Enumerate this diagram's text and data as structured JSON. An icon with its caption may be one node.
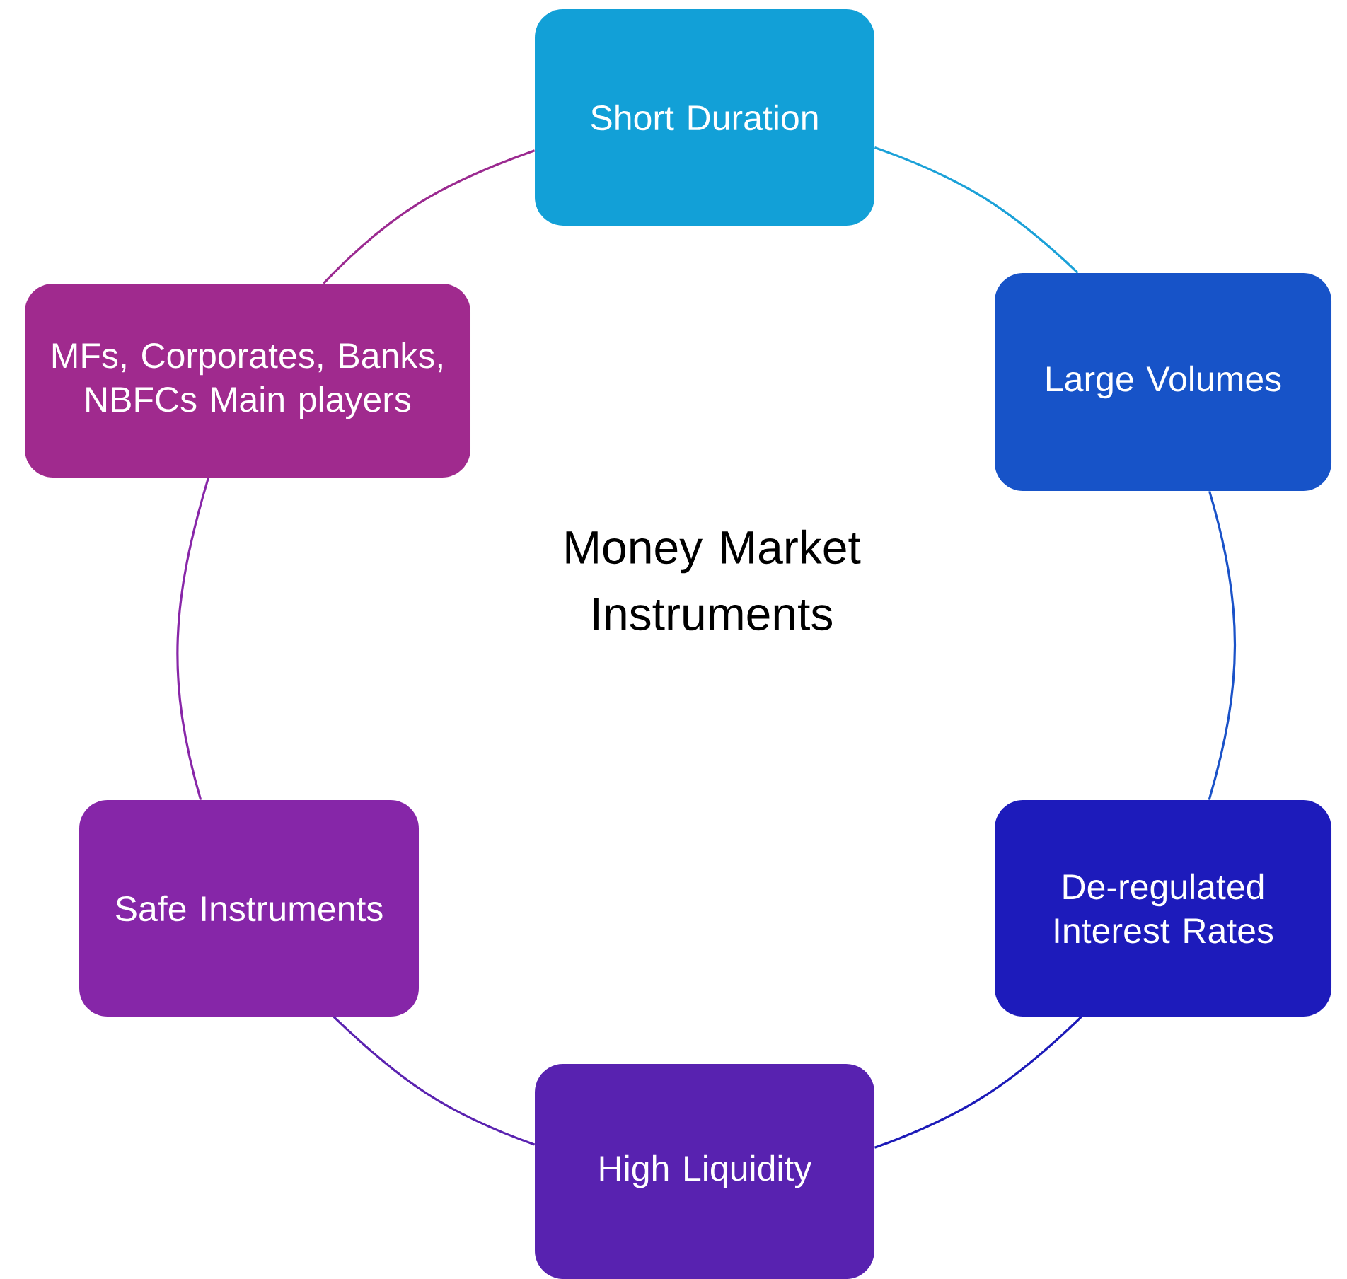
{
  "diagram": {
    "nodes": [
      {
        "text": [
          "Short Duration"
        ]
      },
      {
        "text": [
          "Large Volumes"
        ]
      },
      {
        "text": [
          "De-regulated Interest Rates"
        ]
      },
      {
        "text": [
          "High Liquidity"
        ]
      },
      {
        "text": [
          "Safe Instruments"
        ]
      },
      {
        "text": [
          "MFs, Corporates, Banks, NBFCs Main players"
        ]
      }
    ],
    "edges": [
      {
        "from": 0,
        "to": 1,
        "arrow": "none",
        "color": "#1ba1d8"
      },
      {
        "from": 1,
        "to": 2,
        "arrow": "none",
        "color": "#1a52c8"
      },
      {
        "from": 2,
        "to": 3,
        "arrow": "none",
        "color": "#1c1ab8"
      },
      {
        "from": 3,
        "to": 4,
        "arrow": "none",
        "color": "#5a22b0"
      },
      {
        "from": 4,
        "to": 5,
        "arrow": "none",
        "color": "#8826a8"
      },
      {
        "from": 5,
        "to": 0,
        "arrow": "none",
        "color": "#9b2a90"
      }
    ],
    "labels": [
      "Money Market Instruments"
    ]
  }
}
